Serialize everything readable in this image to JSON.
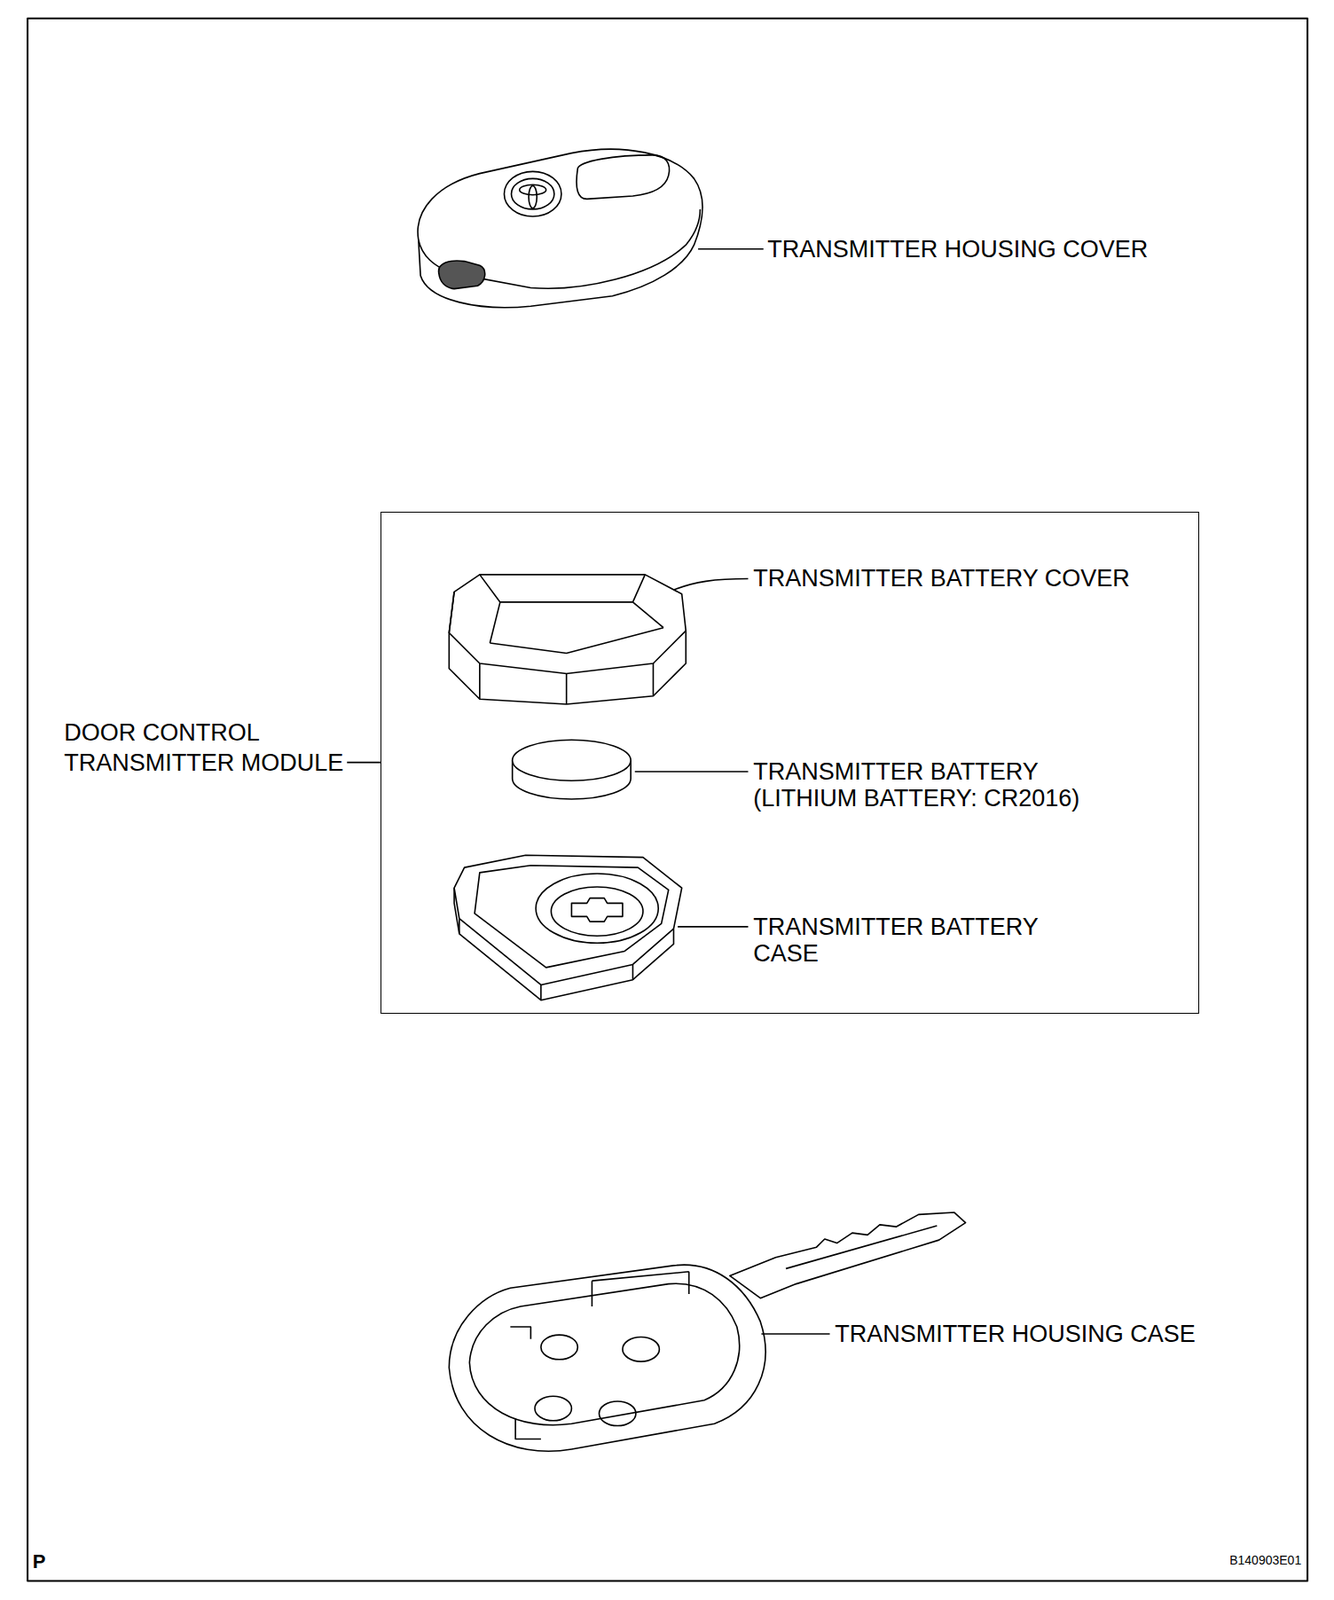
{
  "diagram": {
    "nodes": [
      {
        "text": [
          "DOOR CONTROL TRANSMITTER MODULE"
        ]
      }
    ],
    "labels": [
      "TRANSMITTER HOUSING COVER",
      "TRANSMITTER BATTERY COVER",
      "TRANSMITTER BATTERY (LITHIUM BATTERY: CR2016)",
      "TRANSMITTER BATTERY CASE",
      "TRANSMITTER HOUSING CASE",
      "P",
      "B140903E01"
    ]
  }
}
